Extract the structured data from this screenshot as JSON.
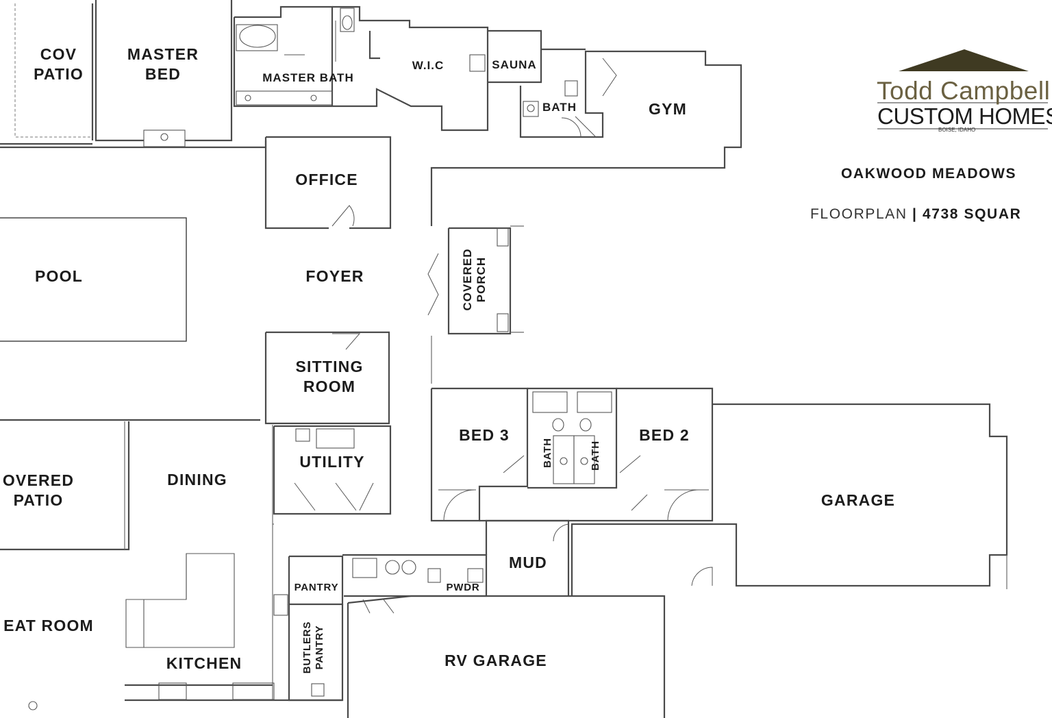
{
  "brand": {
    "line1": "Todd Campbell",
    "line2": "CUSTOM HOMES",
    "line3": "BOISE, IDAHO",
    "roof_color": "#3f3a22",
    "accent_color": "#6b6142"
  },
  "project": {
    "name": "OAKWOOD MEADOWS",
    "plan_label": "FLOORPLAN",
    "separator": "|",
    "sqft": "4738 SQUAR"
  },
  "rooms": {
    "cov_patio_top": "COV\nPATIO",
    "master_bed": "MASTER\nBED",
    "master_bath": "MASTER BATH",
    "wic": "W.I.C",
    "sauna": "SAUNA",
    "bath_gym": "BATH",
    "gym": "GYM",
    "office": "OFFICE",
    "pool": "POOL",
    "foyer": "FOYER",
    "covered_porch": "COVERED\nPORCH",
    "sitting_room": "SITTING\nROOM",
    "utility": "UTILITY",
    "covered_patio": "OVERED\nPATIO",
    "dining": "DINING",
    "bed3": "BED 3",
    "bath_left": "BATH",
    "bath_right": "BATH",
    "bed2": "BED 2",
    "garage": "GARAGE",
    "mud": "MUD",
    "pantry": "PANTRY",
    "pwdr": "PWDR",
    "great_room": "EAT ROOM",
    "kitchen": "KITCHEN",
    "butlers_pantry": "BUTLERS\nPANTRY",
    "rv_garage": "RV GARAGE"
  }
}
